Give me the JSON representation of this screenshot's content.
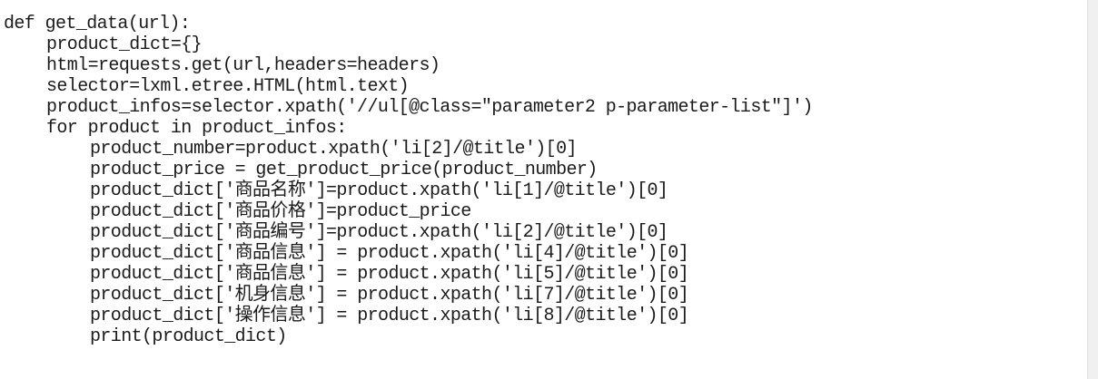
{
  "code": {
    "lines": [
      "def get_data(url):",
      "product_dict={}",
      "html=requests.get(url,headers=headers)",
      "selector=lxml.etree.HTML(html.text)",
      "product_infos=selector.xpath('//ul[@class=\"parameter2 p-parameter-list\"]')",
      "for product in product_infos:",
      "product_number=product.xpath('li[2]/@title')[0]",
      "product_price = get_product_price(product_number)",
      "product_dict['商品名称']=product.xpath('li[1]/@title')[0]",
      "product_dict['商品价格']=product_price",
      "product_dict['商品编号']=product.xpath('li[2]/@title')[0]",
      "product_dict['商品信息'] = product.xpath('li[4]/@title')[0]",
      "product_dict['商品信息'] = product.xpath('li[5]/@title')[0]",
      "product_dict['机身信息'] = product.xpath('li[7]/@title')[0]",
      "product_dict['操作信息'] = product.xpath('li[8]/@title')[0]",
      "print(product_dict)"
    ]
  }
}
